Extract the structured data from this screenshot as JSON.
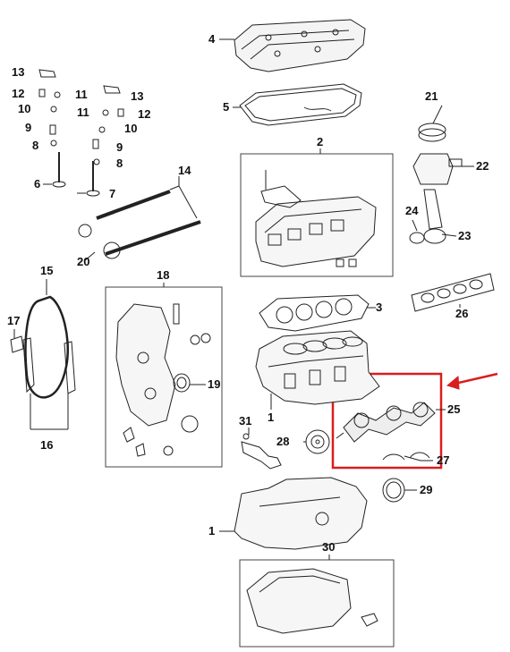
{
  "labels": {
    "p1": "1",
    "p2": "2",
    "p3": "3",
    "p4": "4",
    "p5": "5",
    "p6": "6",
    "p7": "7",
    "p8": "8",
    "p9": "9",
    "p10": "10",
    "p11": "11",
    "p12": "12",
    "p13": "13",
    "p14": "14",
    "p15": "15",
    "p16": "16",
    "p17": "17",
    "p18": "18",
    "p19": "19",
    "p20": "20",
    "p21": "21",
    "p22": "22",
    "p23": "23",
    "p24": "24",
    "p25": "25",
    "p26": "26",
    "p27": "27",
    "p28": "28",
    "p29": "29",
    "p30": "30",
    "p31": "31"
  },
  "highlight": {
    "color": "#d91e1e",
    "target": "25"
  }
}
